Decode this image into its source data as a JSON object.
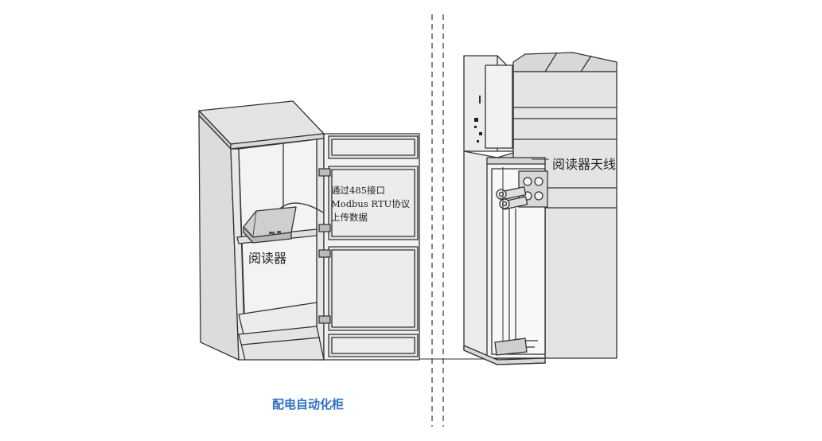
{
  "labels": {
    "reader": "阅读器",
    "antenna": "阅读器天线",
    "note_line1": "通过485接口",
    "note_line2": "Modbus RTU协议",
    "note_line3": "上传数据",
    "caption": "配电自动化柜"
  },
  "colors": {
    "line": "#333333",
    "panel": "#e2e2e2",
    "panel_dark": "#cfcfcf",
    "caption": "#2f6fc4"
  }
}
